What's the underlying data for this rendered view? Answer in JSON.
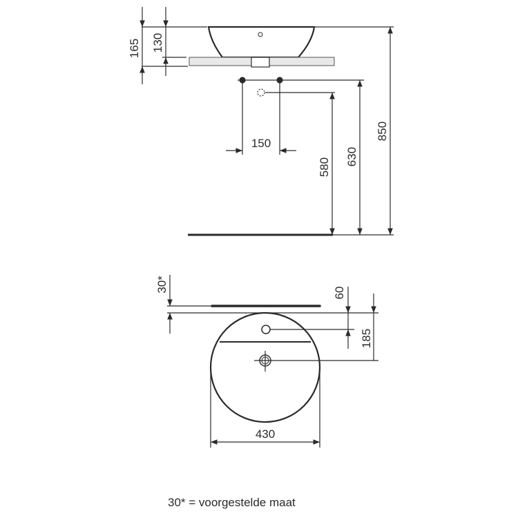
{
  "drawing": {
    "side_view": {
      "dimensions": {
        "total_height": "165",
        "basin_height": "130",
        "tap_spacing": "150",
        "waste_height": "580",
        "supply_height": "630",
        "rim_height": "850"
      }
    },
    "top_view": {
      "dimensions": {
        "wall_gap": "30*",
        "tap_hole_offset": "60",
        "waste_offset": "185",
        "width": "430"
      }
    },
    "footnote": "30* = voorgestelde maat"
  },
  "colors": {
    "line": "#2a2a2a",
    "background": "#ffffff"
  }
}
